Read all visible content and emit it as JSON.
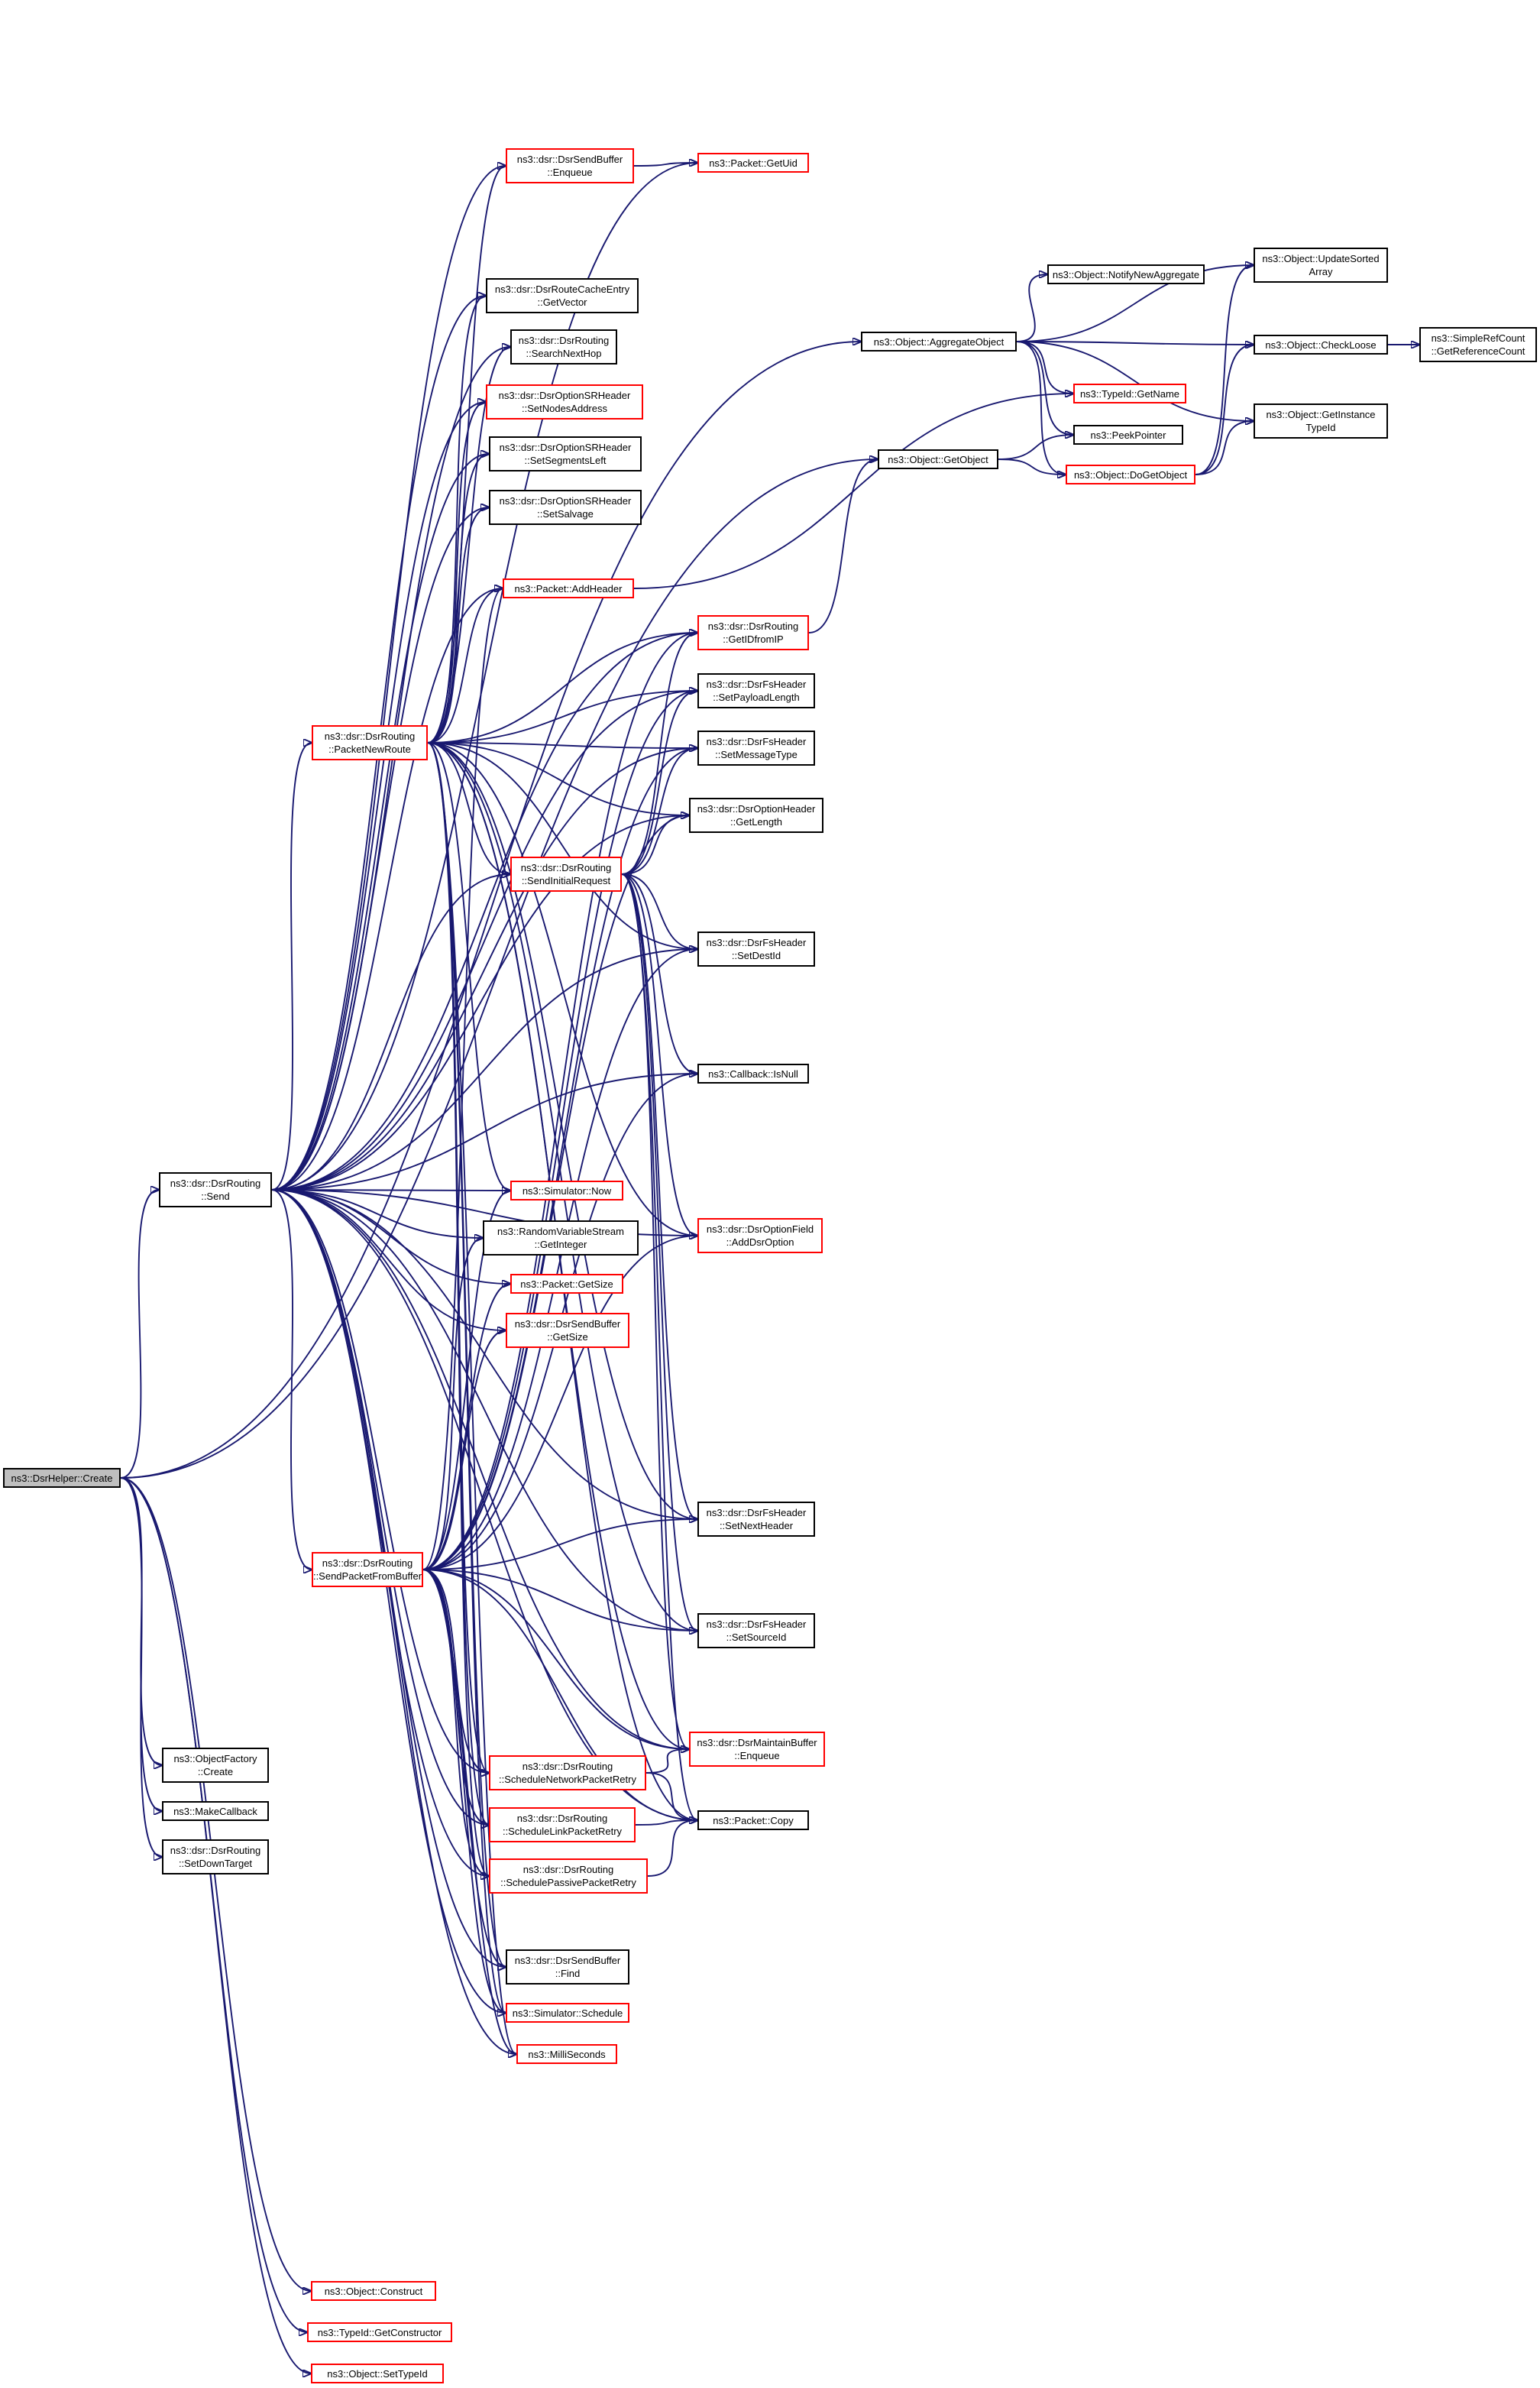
{
  "nodes": [
    {
      "id": "create",
      "lines": [
        "ns3::DsrHelper::Create"
      ],
      "style": "gray"
    },
    {
      "id": "send",
      "lines": [
        "ns3::dsr::DsrRouting",
        "::Send"
      ],
      "style": "black"
    },
    {
      "id": "objectfactory",
      "lines": [
        "ns3::ObjectFactory",
        "::Create"
      ],
      "style": "black"
    },
    {
      "id": "makecallback",
      "lines": [
        "ns3::MakeCallback"
      ],
      "style": "black"
    },
    {
      "id": "setdowntarget",
      "lines": [
        "ns3::dsr::DsrRouting",
        "::SetDownTarget"
      ],
      "style": "black"
    },
    {
      "id": "construct",
      "lines": [
        "ns3::Object::Construct"
      ],
      "style": "red"
    },
    {
      "id": "getconstructor",
      "lines": [
        "ns3::TypeId::GetConstructor"
      ],
      "style": "red"
    },
    {
      "id": "settypeid",
      "lines": [
        "ns3::Object::SetTypeId"
      ],
      "style": "red"
    },
    {
      "id": "packetnewroute",
      "lines": [
        "ns3::dsr::DsrRouting",
        "::PacketNewRoute"
      ],
      "style": "red"
    },
    {
      "id": "sendpacketfrombuffer",
      "lines": [
        "ns3::dsr::DsrRouting",
        "::SendPacketFromBuffer"
      ],
      "style": "red"
    },
    {
      "id": "sendbufferenqueue",
      "lines": [
        "ns3::dsr::DsrSendBuffer",
        "::Enqueue"
      ],
      "style": "red"
    },
    {
      "id": "getvector",
      "lines": [
        "ns3::dsr::DsrRouteCacheEntry",
        "::GetVector"
      ],
      "style": "black"
    },
    {
      "id": "searchnexthop",
      "lines": [
        "ns3::dsr::DsrRouting",
        "::SearchNextHop"
      ],
      "style": "black"
    },
    {
      "id": "setnodesaddress",
      "lines": [
        "ns3::dsr::DsrOptionSRHeader",
        "::SetNodesAddress"
      ],
      "style": "red"
    },
    {
      "id": "setsegmentsleft",
      "lines": [
        "ns3::dsr::DsrOptionSRHeader",
        "::SetSegmentsLeft"
      ],
      "style": "black"
    },
    {
      "id": "setsalvage",
      "lines": [
        "ns3::dsr::DsrOptionSRHeader",
        "::SetSalvage"
      ],
      "style": "black"
    },
    {
      "id": "addheader",
      "lines": [
        "ns3::Packet::AddHeader"
      ],
      "style": "red"
    },
    {
      "id": "sendinitialrequest",
      "lines": [
        "ns3::dsr::DsrRouting",
        "::SendInitialRequest"
      ],
      "style": "red"
    },
    {
      "id": "simnow",
      "lines": [
        "ns3::Simulator::Now"
      ],
      "style": "red"
    },
    {
      "id": "getinteger",
      "lines": [
        "ns3::RandomVariableStream",
        "::GetInteger"
      ],
      "style": "black"
    },
    {
      "id": "packetgetsize",
      "lines": [
        "ns3::Packet::GetSize"
      ],
      "style": "red"
    },
    {
      "id": "sendbuffergetsize",
      "lines": [
        "ns3::dsr::DsrSendBuffer",
        "::GetSize"
      ],
      "style": "red"
    },
    {
      "id": "schednetwork",
      "lines": [
        "ns3::dsr::DsrRouting",
        "::ScheduleNetworkPacketRetry"
      ],
      "style": "red"
    },
    {
      "id": "schedlink",
      "lines": [
        "ns3::dsr::DsrRouting",
        "::ScheduleLinkPacketRetry"
      ],
      "style": "red"
    },
    {
      "id": "schedpassive",
      "lines": [
        "ns3::dsr::DsrRouting",
        "::SchedulePassivePacketRetry"
      ],
      "style": "red"
    },
    {
      "id": "sendbufferfind",
      "lines": [
        "ns3::dsr::DsrSendBuffer",
        "::Find"
      ],
      "style": "black"
    },
    {
      "id": "simschedule",
      "lines": [
        "ns3::Simulator::Schedule"
      ],
      "style": "red"
    },
    {
      "id": "milliseconds",
      "lines": [
        "ns3::MilliSeconds"
      ],
      "style": "red"
    },
    {
      "id": "getuid",
      "lines": [
        "ns3::Packet::GetUid"
      ],
      "style": "red"
    },
    {
      "id": "getidfromip",
      "lines": [
        "ns3::dsr::DsrRouting",
        "::GetIDfromIP"
      ],
      "style": "red"
    },
    {
      "id": "setpayloadlength",
      "lines": [
        "ns3::dsr::DsrFsHeader",
        "::SetPayloadLength"
      ],
      "style": "black"
    },
    {
      "id": "setmessagetype",
      "lines": [
        "ns3::dsr::DsrFsHeader",
        "::SetMessageType"
      ],
      "style": "black"
    },
    {
      "id": "optionheadergetlength",
      "lines": [
        "ns3::dsr::DsrOptionHeader",
        "::GetLength"
      ],
      "style": "black"
    },
    {
      "id": "setdestid",
      "lines": [
        "ns3::dsr::DsrFsHeader",
        "::SetDestId"
      ],
      "style": "black"
    },
    {
      "id": "isnull",
      "lines": [
        "ns3::Callback::IsNull"
      ],
      "style": "black"
    },
    {
      "id": "adddsroption",
      "lines": [
        "ns3::dsr::DsrOptionField",
        "::AddDsrOption"
      ],
      "style": "red"
    },
    {
      "id": "setnextheader",
      "lines": [
        "ns3::dsr::DsrFsHeader",
        "::SetNextHeader"
      ],
      "style": "black"
    },
    {
      "id": "setsourceid",
      "lines": [
        "ns3::dsr::DsrFsHeader",
        "::SetSourceId"
      ],
      "style": "black"
    },
    {
      "id": "maintainenqueue",
      "lines": [
        "ns3::dsr::DsrMaintainBuffer",
        "::Enqueue"
      ],
      "style": "red"
    },
    {
      "id": "packetcopy",
      "lines": [
        "ns3::Packet::Copy"
      ],
      "style": "black"
    },
    {
      "id": "aggregateobject",
      "lines": [
        "ns3::Object::AggregateObject"
      ],
      "style": "black"
    },
    {
      "id": "getobject",
      "lines": [
        "ns3::Object::GetObject"
      ],
      "style": "black"
    },
    {
      "id": "notifynewaggregate",
      "lines": [
        "ns3::Object::NotifyNewAggregate"
      ],
      "style": "black"
    },
    {
      "id": "typeidgetname",
      "lines": [
        "ns3::TypeId::GetName"
      ],
      "style": "red"
    },
    {
      "id": "peekpointer",
      "lines": [
        "ns3::PeekPointer"
      ],
      "style": "black"
    },
    {
      "id": "dogetobject",
      "lines": [
        "ns3::Object::DoGetObject"
      ],
      "style": "red"
    },
    {
      "id": "updatesortedarray",
      "lines": [
        "ns3::Object::UpdateSorted",
        "Array"
      ],
      "style": "black"
    },
    {
      "id": "checkloose",
      "lines": [
        "ns3::Object::CheckLoose"
      ],
      "style": "black"
    },
    {
      "id": "getinstancetypeid",
      "lines": [
        "ns3::Object::GetInstance",
        "TypeId"
      ],
      "style": "black"
    },
    {
      "id": "getreferencecount",
      "lines": [
        "ns3::SimpleRefCount",
        "::GetReferenceCount"
      ],
      "style": "black"
    }
  ],
  "edges": [
    [
      "create",
      "send"
    ],
    [
      "create",
      "objectfactory"
    ],
    [
      "create",
      "makecallback"
    ],
    [
      "create",
      "setdowntarget"
    ],
    [
      "create",
      "aggregateobject"
    ],
    [
      "create",
      "getobject"
    ],
    [
      "create",
      "construct"
    ],
    [
      "create",
      "getconstructor"
    ],
    [
      "create",
      "settypeid"
    ],
    [
      "send",
      "packetnewroute"
    ],
    [
      "send",
      "sendpacketfrombuffer"
    ],
    [
      "send",
      "sendbufferenqueue"
    ],
    [
      "send",
      "getvector"
    ],
    [
      "send",
      "searchnexthop"
    ],
    [
      "send",
      "setnodesaddress"
    ],
    [
      "send",
      "setsegmentsleft"
    ],
    [
      "send",
      "setsalvage"
    ],
    [
      "send",
      "addheader"
    ],
    [
      "send",
      "sendinitialrequest"
    ],
    [
      "send",
      "simnow"
    ],
    [
      "send",
      "getinteger"
    ],
    [
      "send",
      "packetgetsize"
    ],
    [
      "send",
      "sendbuffergetsize"
    ],
    [
      "send",
      "getuid"
    ],
    [
      "send",
      "getidfromip"
    ],
    [
      "send",
      "setpayloadlength"
    ],
    [
      "send",
      "setmessagetype"
    ],
    [
      "send",
      "optionheadergetlength"
    ],
    [
      "send",
      "setdestid"
    ],
    [
      "send",
      "isnull"
    ],
    [
      "send",
      "adddsroption"
    ],
    [
      "send",
      "setnextheader"
    ],
    [
      "send",
      "setsourceid"
    ],
    [
      "send",
      "maintainenqueue"
    ],
    [
      "send",
      "packetcopy"
    ],
    [
      "send",
      "schednetwork"
    ],
    [
      "send",
      "schedlink"
    ],
    [
      "send",
      "schedpassive"
    ],
    [
      "send",
      "sendbufferfind"
    ],
    [
      "send",
      "simschedule"
    ],
    [
      "send",
      "milliseconds"
    ],
    [
      "packetnewroute",
      "sendbufferenqueue"
    ],
    [
      "packetnewroute",
      "getvector"
    ],
    [
      "packetnewroute",
      "searchnexthop"
    ],
    [
      "packetnewroute",
      "setnodesaddress"
    ],
    [
      "packetnewroute",
      "setsegmentsleft"
    ],
    [
      "packetnewroute",
      "setsalvage"
    ],
    [
      "packetnewroute",
      "addheader"
    ],
    [
      "packetnewroute",
      "sendinitialrequest"
    ],
    [
      "packetnewroute",
      "getidfromip"
    ],
    [
      "packetnewroute",
      "setpayloadlength"
    ],
    [
      "packetnewroute",
      "setmessagetype"
    ],
    [
      "packetnewroute",
      "optionheadergetlength"
    ],
    [
      "packetnewroute",
      "setdestid"
    ],
    [
      "packetnewroute",
      "simnow"
    ],
    [
      "packetnewroute",
      "adddsroption"
    ],
    [
      "packetnewroute",
      "setnextheader"
    ],
    [
      "packetnewroute",
      "setsourceid"
    ],
    [
      "packetnewroute",
      "maintainenqueue"
    ],
    [
      "packetnewroute",
      "packetcopy"
    ],
    [
      "packetnewroute",
      "schednetwork"
    ],
    [
      "packetnewroute",
      "schedlink"
    ],
    [
      "packetnewroute",
      "schedpassive"
    ],
    [
      "packetnewroute",
      "sendbufferfind"
    ],
    [
      "packetnewroute",
      "simschedule"
    ],
    [
      "packetnewroute",
      "milliseconds"
    ],
    [
      "sendinitialrequest",
      "getidfromip"
    ],
    [
      "sendinitialrequest",
      "setpayloadlength"
    ],
    [
      "sendinitialrequest",
      "setmessagetype"
    ],
    [
      "sendinitialrequest",
      "optionheadergetlength"
    ],
    [
      "sendinitialrequest",
      "setdestid"
    ],
    [
      "sendinitialrequest",
      "isnull"
    ],
    [
      "sendinitialrequest",
      "adddsroption"
    ],
    [
      "sendinitialrequest",
      "setnextheader"
    ],
    [
      "sendinitialrequest",
      "setsourceid"
    ],
    [
      "sendinitialrequest",
      "packetcopy"
    ],
    [
      "sendinitialrequest",
      "maintainenqueue"
    ],
    [
      "sendpacketfrombuffer",
      "simnow"
    ],
    [
      "sendpacketfrombuffer",
      "getinteger"
    ],
    [
      "sendpacketfrombuffer",
      "packetgetsize"
    ],
    [
      "sendpacketfrombuffer",
      "sendbuffergetsize"
    ],
    [
      "sendpacketfrombuffer",
      "addheader"
    ],
    [
      "sendpacketfrombuffer",
      "getidfromip"
    ],
    [
      "sendpacketfrombuffer",
      "setpayloadlength"
    ],
    [
      "sendpacketfrombuffer",
      "setmessagetype"
    ],
    [
      "sendpacketfrombuffer",
      "optionheadergetlength"
    ],
    [
      "sendpacketfrombuffer",
      "setdestid"
    ],
    [
      "sendpacketfrombuffer",
      "isnull"
    ],
    [
      "sendpacketfrombuffer",
      "adddsroption"
    ],
    [
      "sendpacketfrombuffer",
      "setnextheader"
    ],
    [
      "sendpacketfrombuffer",
      "setsourceid"
    ],
    [
      "sendpacketfrombuffer",
      "maintainenqueue"
    ],
    [
      "sendpacketfrombuffer",
      "packetcopy"
    ],
    [
      "sendpacketfrombuffer",
      "schednetwork"
    ],
    [
      "sendpacketfrombuffer",
      "schedlink"
    ],
    [
      "sendpacketfrombuffer",
      "schedpassive"
    ],
    [
      "sendpacketfrombuffer",
      "sendbufferfind"
    ],
    [
      "sendpacketfrombuffer",
      "simschedule"
    ],
    [
      "sendpacketfrombuffer",
      "milliseconds"
    ],
    [
      "sendbufferenqueue",
      "getuid"
    ],
    [
      "addheader",
      "typeidgetname"
    ],
    [
      "getidfromip",
      "getobject"
    ],
    [
      "schednetwork",
      "packetcopy"
    ],
    [
      "schednetwork",
      "maintainenqueue"
    ],
    [
      "schedlink",
      "packetcopy"
    ],
    [
      "schedpassive",
      "packetcopy"
    ],
    [
      "aggregateobject",
      "notifynewaggregate"
    ],
    [
      "aggregateobject",
      "updatesortedarray"
    ],
    [
      "aggregateobject",
      "checkloose"
    ],
    [
      "aggregateobject",
      "getinstancetypeid"
    ],
    [
      "aggregateobject",
      "typeidgetname"
    ],
    [
      "aggregateobject",
      "peekpointer"
    ],
    [
      "aggregateobject",
      "dogetobject"
    ],
    [
      "getobject",
      "peekpointer"
    ],
    [
      "getobject",
      "dogetobject"
    ],
    [
      "dogetobject",
      "checkloose"
    ],
    [
      "dogetobject",
      "getinstancetypeid"
    ],
    [
      "dogetobject",
      "updatesortedarray"
    ],
    [
      "checkloose",
      "getreferencecount"
    ]
  ]
}
